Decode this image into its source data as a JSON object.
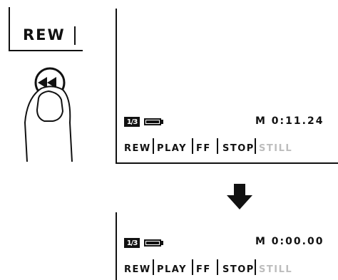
{
  "button": {
    "label": "REW",
    "icon": "rewind-icon"
  },
  "screens": [
    {
      "speed_icon": "1/3",
      "battery_icon": "battery-full-icon",
      "counter": "M 0:11.24",
      "modes": [
        "REW",
        "PLAY",
        "FF",
        "STOP",
        "STILL"
      ]
    },
    {
      "speed_icon": "1/3",
      "battery_icon": "battery-full-icon",
      "counter": "M 0:00.00",
      "modes": [
        "REW",
        "PLAY",
        "FF",
        "STOP",
        "STILL"
      ]
    }
  ],
  "transition_icon": "arrow-down-icon",
  "colors": {
    "ink": "#111111",
    "dimmed": "#bdbdbd"
  }
}
